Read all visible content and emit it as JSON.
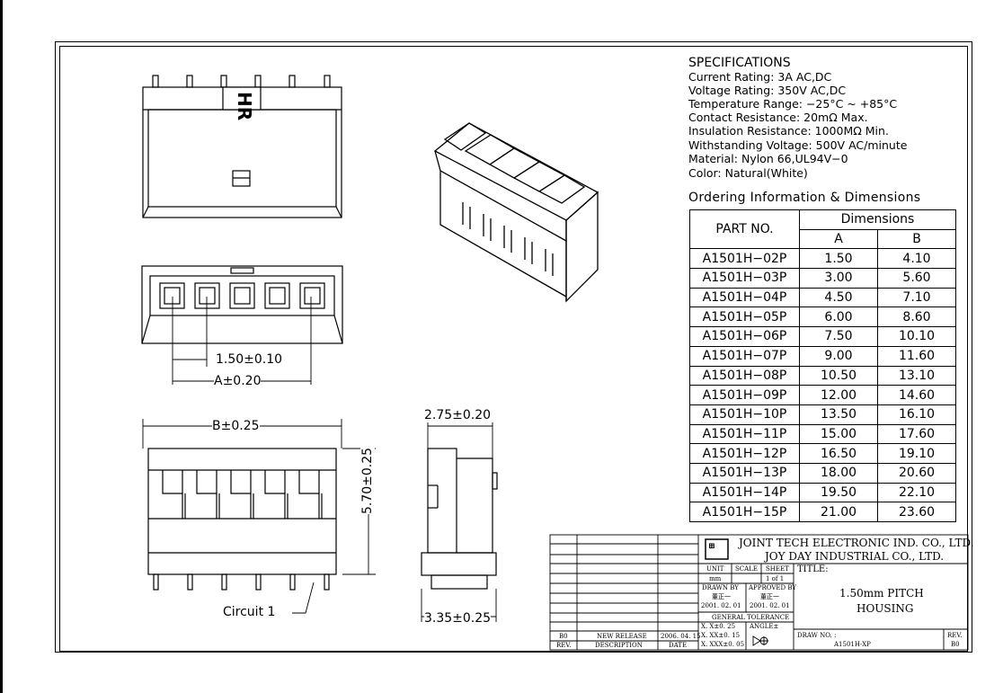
{
  "specifications": {
    "title": "SPECIFICATIONS",
    "lines": [
      "Current Rating: 3A AC,DC",
      "Voltage Rating: 350V AC,DC",
      "Temperature Range: −25°C ~ +85°C",
      "Contact Resistance: 20mΩ Max.",
      "Insulation Resistance: 1000MΩ Min.",
      "Withstanding Voltage: 500V AC/minute",
      "Material: Nylon 66,UL94V−0",
      "Color: Natural(White)"
    ]
  },
  "ordering": {
    "title": "Ordering Information & Dimensions",
    "header_part": "PART NO.",
    "header_dimensions": "Dimensions",
    "header_a": "A",
    "header_b": "B",
    "rows": [
      [
        "A1501H−02P",
        "1.50",
        "4.10"
      ],
      [
        "A1501H−03P",
        "3.00",
        "5.60"
      ],
      [
        "A1501H−04P",
        "4.50",
        "7.10"
      ],
      [
        "A1501H−05P",
        "6.00",
        "8.60"
      ],
      [
        "A1501H−06P",
        "7.50",
        "10.10"
      ],
      [
        "A1501H−07P",
        "9.00",
        "11.60"
      ],
      [
        "A1501H−08P",
        "10.50",
        "13.10"
      ],
      [
        "A1501H−09P",
        "12.00",
        "14.60"
      ],
      [
        "A1501H−10P",
        "13.50",
        "16.10"
      ],
      [
        "A1501H−11P",
        "15.00",
        "17.60"
      ],
      [
        "A1501H−12P",
        "16.50",
        "19.10"
      ],
      [
        "A1501H−13P",
        "18.00",
        "20.60"
      ],
      [
        "A1501H−14P",
        "19.50",
        "22.10"
      ],
      [
        "A1501H−15P",
        "21.00",
        "23.60"
      ]
    ]
  },
  "dimensions": {
    "pitch": "1.50±0.10",
    "a": "A±0.20",
    "b": "B±0.25",
    "height": "5.70±0.25",
    "depth_top": "2.75±0.20",
    "depth_bottom": "3.35±0.25",
    "circuit": "Circuit 1",
    "logo_text": "HR"
  },
  "title_block": {
    "company1": "JOINT TECH ELECTRONIC IND. CO., LTD.",
    "company2": "JOY DAY INDUSTRIAL CO., LTD.",
    "unit_label": "UNIT",
    "unit_value": "mm",
    "scale_label": "SCALE",
    "sheet_label": "SHEET",
    "sheet_value": "1 of 1",
    "title_label": "TITLE:",
    "title_line1": "1.50mm PITCH",
    "title_line2": "HOUSING",
    "drawn_by_label": "DRAWN BY",
    "drawn_by_name": "董正一",
    "drawn_date": "2001. 02. 01",
    "approved_by_label": "APPROVED BY",
    "approved_by_name": "董正一",
    "approved_date": "2001. 02. 01",
    "general_tolerance": "GENERAL TOLERANCE",
    "tol1": "X. X±0. 25",
    "tol2": "X. XX±0. 15",
    "tol3": "X. XXX±0. 05",
    "angle_label": "ANGLE±",
    "draw_no_label": "DRAW NO. :",
    "draw_no": "A1501H-XP",
    "rev_label": "REV.",
    "rev_value": "B0",
    "rev_row_rev": "B0",
    "rev_row_desc": "NEW RELEASE",
    "rev_row_date": "2006. 04. 15",
    "col_rev": "REV.",
    "col_desc": "DESCRIPTION",
    "col_date": "DATE"
  }
}
